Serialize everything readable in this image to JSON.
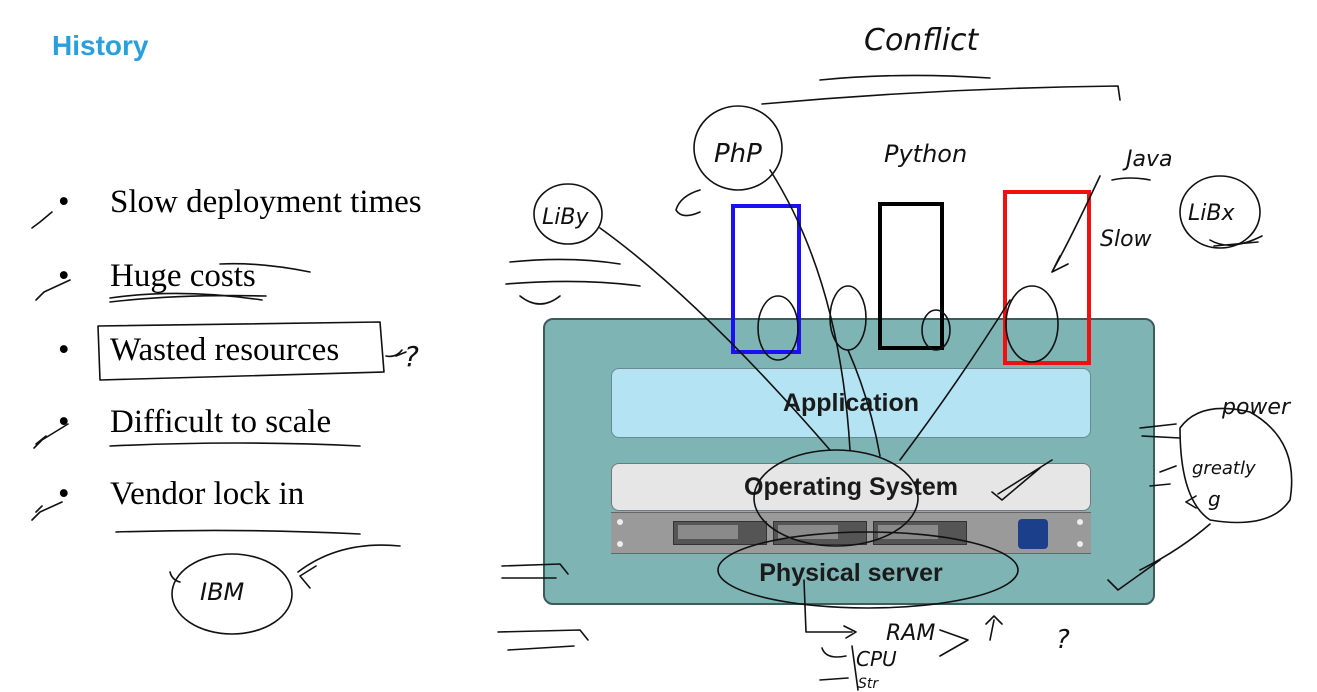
{
  "title": "History",
  "bullets": [
    {
      "text": "Slow deployment times"
    },
    {
      "text": "Huge costs"
    },
    {
      "text": "Wasted resources"
    },
    {
      "text": "Difficult to scale"
    },
    {
      "text": "Vendor  lock in"
    }
  ],
  "bullet_glyph": "•",
  "diagram": {
    "application_label": "Application",
    "os_label": "Operating System",
    "physical_label": "Physical server"
  },
  "annotations": {
    "conflict": "Conflict",
    "php": "PhP",
    "python": "Python",
    "java": "Java",
    "libx": "LiBx",
    "liby": "LiBy",
    "slow": "Slow",
    "ibm": "IBM",
    "power": "power",
    "greatly": "greatly",
    "g": "g",
    "ram": "RAM",
    "cpu": "CPU",
    "str": "Str",
    "question": "?"
  },
  "colors": {
    "title": "#2a9fdc",
    "app_box_1": "#1a0ff5",
    "app_box_2": "#000000",
    "app_box_3": "#f01010",
    "stack_bg": "#7fb4b5"
  }
}
